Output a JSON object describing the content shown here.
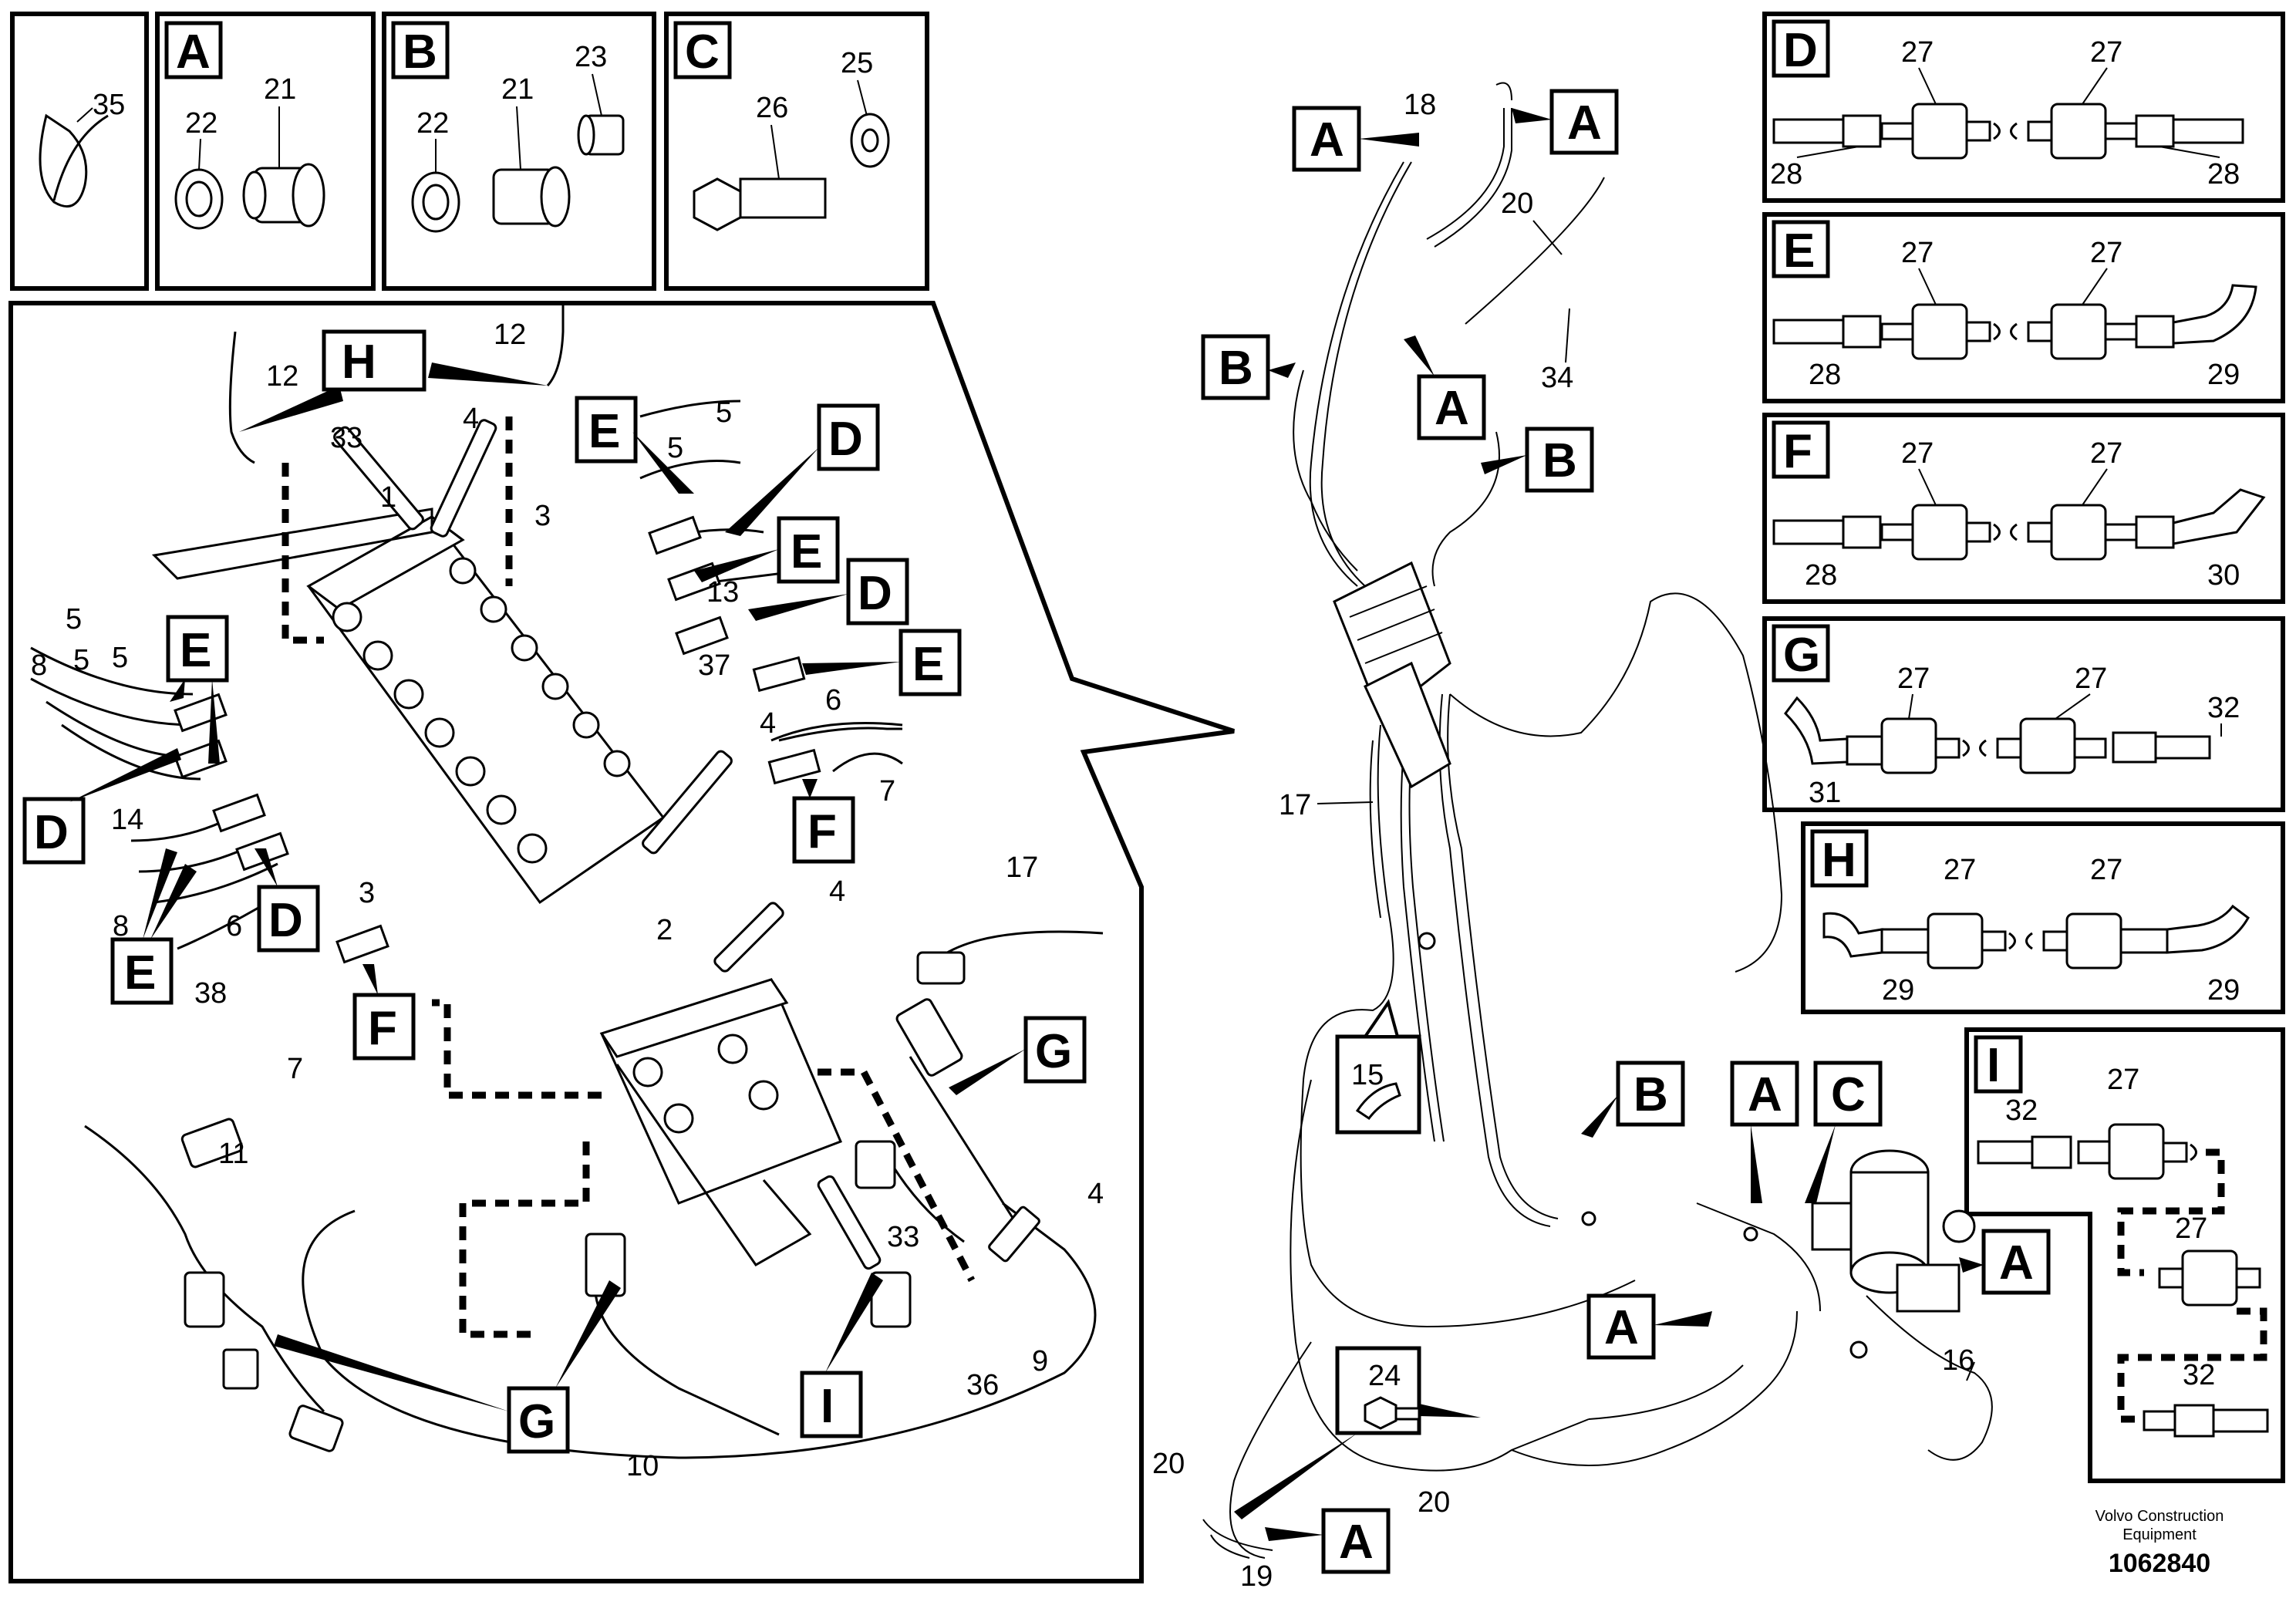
{
  "detail_panels": {
    "clamp": {
      "label": "35"
    },
    "A": {
      "letter": "A",
      "labels": [
        "22",
        "21"
      ]
    },
    "B": {
      "letter": "B",
      "labels": [
        "22",
        "21",
        "23"
      ]
    },
    "C": {
      "letter": "C",
      "labels": [
        "26",
        "25"
      ]
    },
    "D": {
      "letter": "D",
      "top": [
        "27",
        "27"
      ],
      "bottom": [
        "28",
        "28"
      ]
    },
    "E": {
      "letter": "E",
      "top": [
        "27",
        "27"
      ],
      "bottom": [
        "28",
        "29"
      ]
    },
    "F": {
      "letter": "F",
      "top": [
        "27",
        "27"
      ],
      "bottom": [
        "28",
        "30"
      ]
    },
    "G": {
      "letter": "G",
      "top": [
        "27",
        "27"
      ],
      "bottom": [
        "31",
        "32"
      ]
    },
    "H": {
      "letter": "H",
      "top": [
        "27",
        "27"
      ],
      "bottom": [
        "29",
        "29"
      ]
    },
    "I": {
      "letter": "I",
      "labels": [
        "32",
        "27",
        "27",
        "32"
      ]
    }
  },
  "callouts": {
    "zoom_letters": [
      "H",
      "E",
      "D",
      "E",
      "D",
      "E",
      "E",
      "D",
      "E",
      "D",
      "F",
      "F",
      "G",
      "G",
      "I"
    ],
    "zoom_numbers": [
      "12",
      "12",
      "33",
      "4",
      "5",
      "5",
      "1",
      "3",
      "13",
      "5",
      "5",
      "5",
      "8",
      "37",
      "6",
      "4",
      "7",
      "14",
      "3",
      "8",
      "6",
      "38",
      "7",
      "17",
      "4",
      "2",
      "11",
      "4",
      "33",
      "36",
      "9",
      "10"
    ],
    "overview_letters": [
      "A",
      "A",
      "B",
      "A",
      "B",
      "B",
      "A",
      "C",
      "A",
      "A",
      "A"
    ],
    "overview_numbers": [
      "18",
      "20",
      "34",
      "17",
      "15",
      "16",
      "24",
      "20",
      "20",
      "19"
    ]
  },
  "footer": {
    "credit_line1": "Volvo Construction",
    "credit_line2": "Equipment",
    "doc_number": "1062840"
  }
}
